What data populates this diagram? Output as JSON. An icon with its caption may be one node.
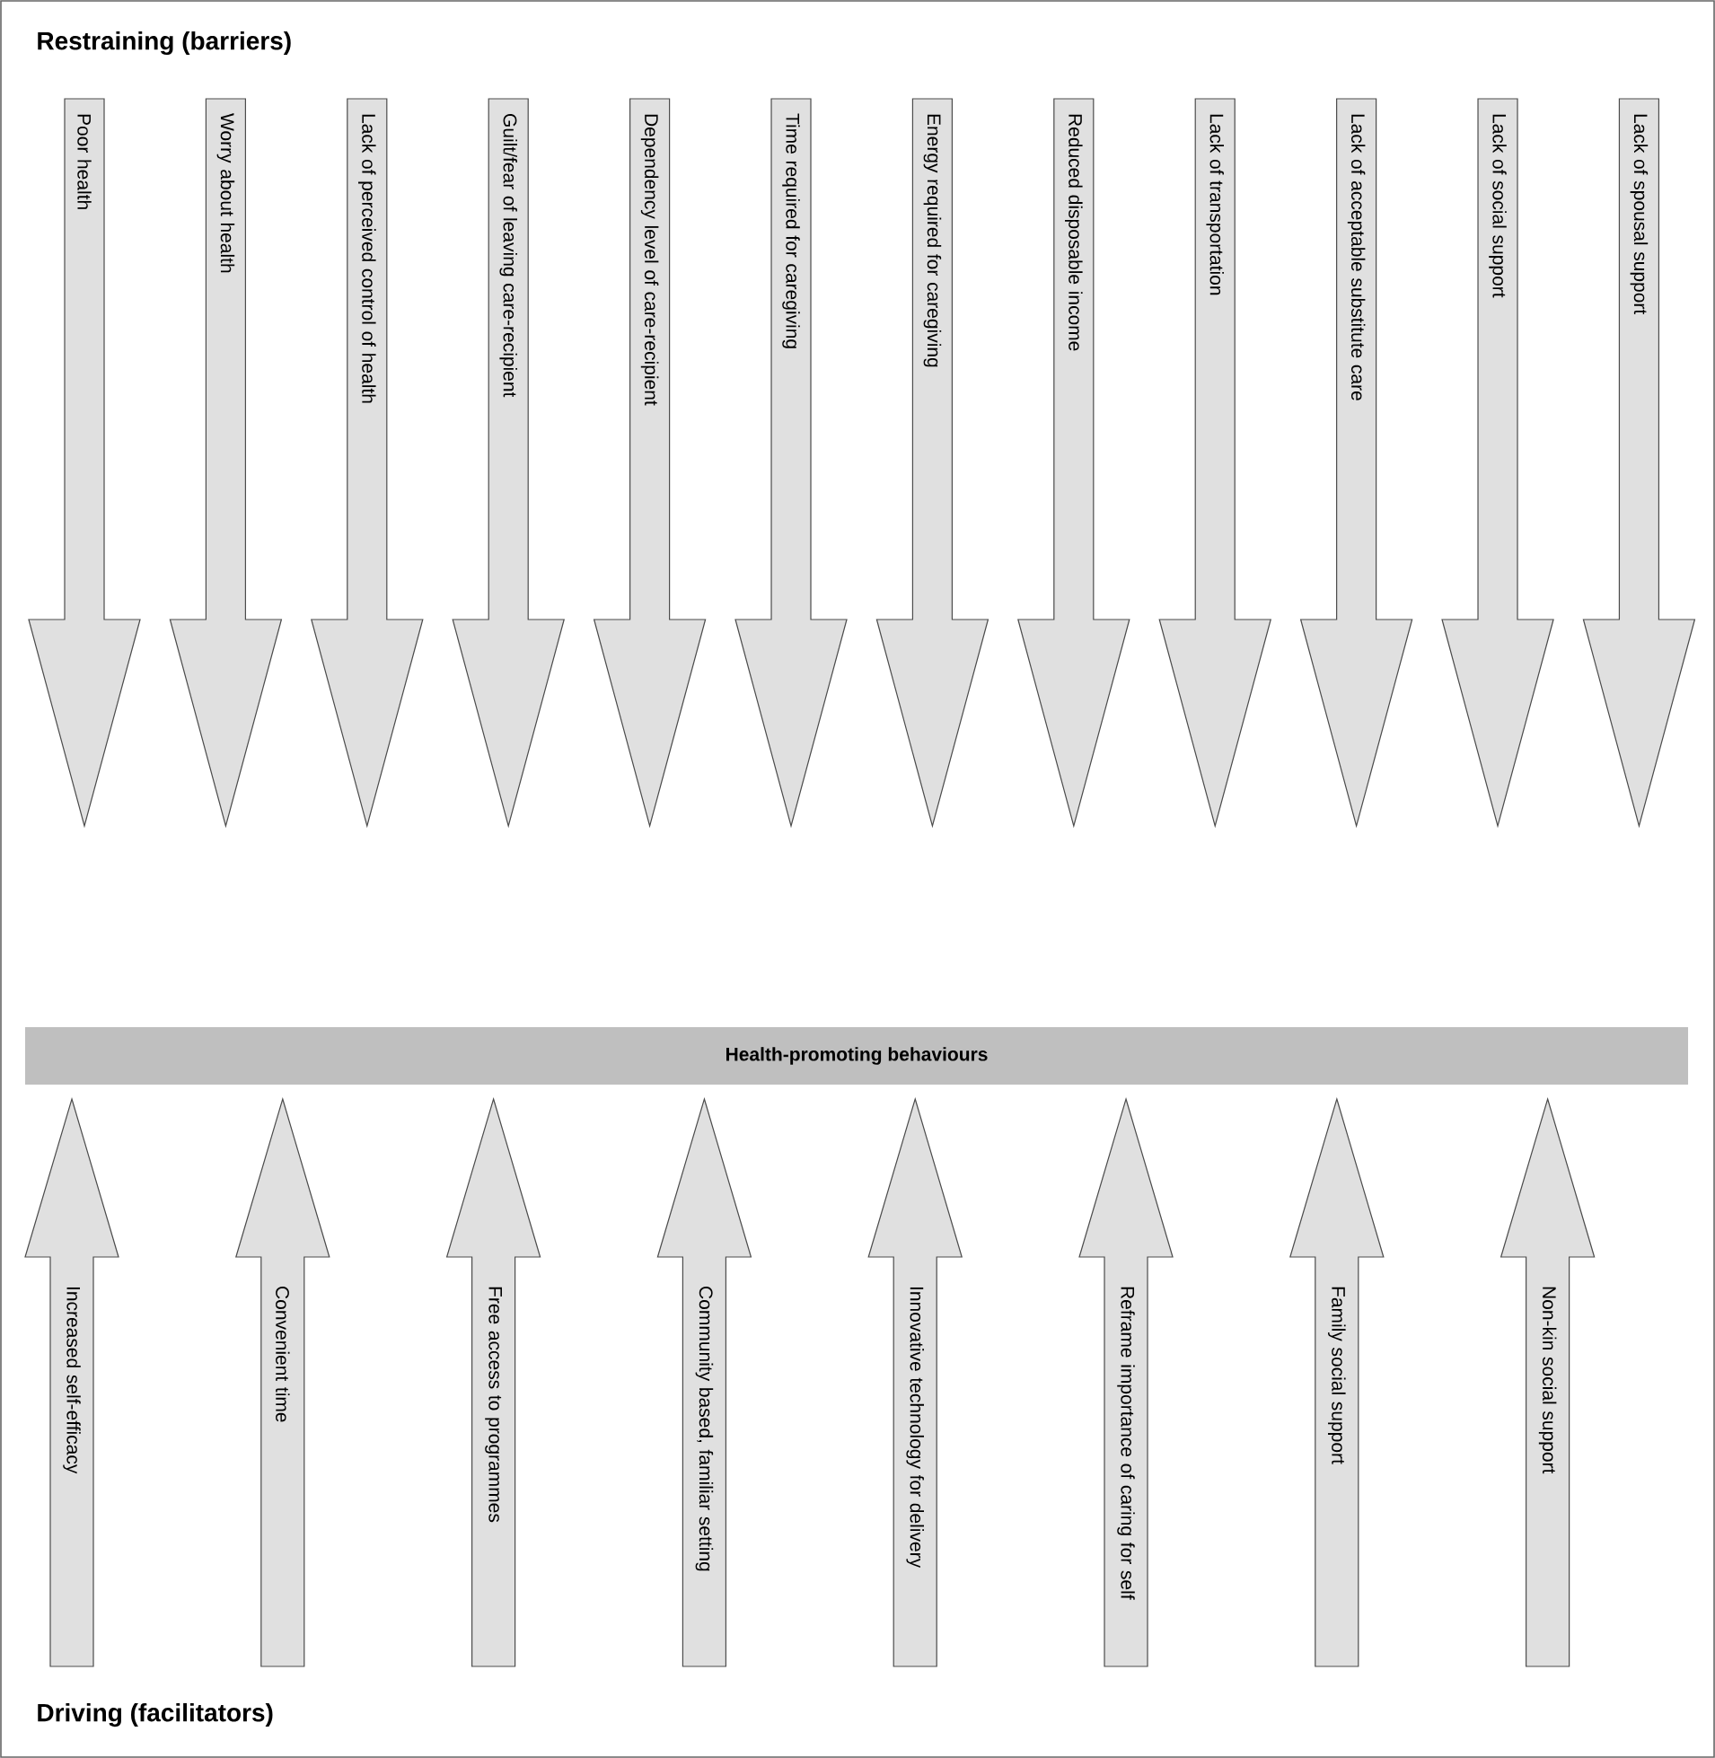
{
  "diagram": {
    "nodes": [
      {
        "text": [
          "Poor health"
        ]
      },
      {
        "text": [
          "Worry about health"
        ]
      },
      {
        "text": [
          "Lack of perceived control of health"
        ]
      },
      {
        "text": [
          "Guilt/fear of leaving care-recipient"
        ]
      },
      {
        "text": [
          "Dependency level of care-recipient"
        ]
      },
      {
        "text": [
          "Time required for caregiving"
        ]
      },
      {
        "text": [
          "Energy required for caregiving"
        ]
      },
      {
        "text": [
          "Reduced disposable income"
        ]
      },
      {
        "text": [
          "Lack of transportation"
        ]
      },
      {
        "text": [
          "Lack of acceptable substitute care"
        ]
      },
      {
        "text": [
          "Lack of social support"
        ]
      },
      {
        "text": [
          "Lack of spousal support"
        ]
      },
      {
        "text": [
          "Health-promoting behaviours"
        ]
      },
      {
        "text": [
          "Increased self-efficacy"
        ]
      },
      {
        "text": [
          "Convenient time"
        ]
      },
      {
        "text": [
          "Free access to programmes"
        ]
      },
      {
        "text": [
          "Community based, familiar setting"
        ]
      },
      {
        "text": [
          "Innovative technology for delivery"
        ]
      },
      {
        "text": [
          "Reframe importance of caring for self"
        ]
      },
      {
        "text": [
          "Family social support"
        ]
      },
      {
        "text": [
          "Non-kin social support"
        ]
      }
    ],
    "labels": [
      "Restraining (barriers)",
      "Driving (facilitators)"
    ]
  }
}
